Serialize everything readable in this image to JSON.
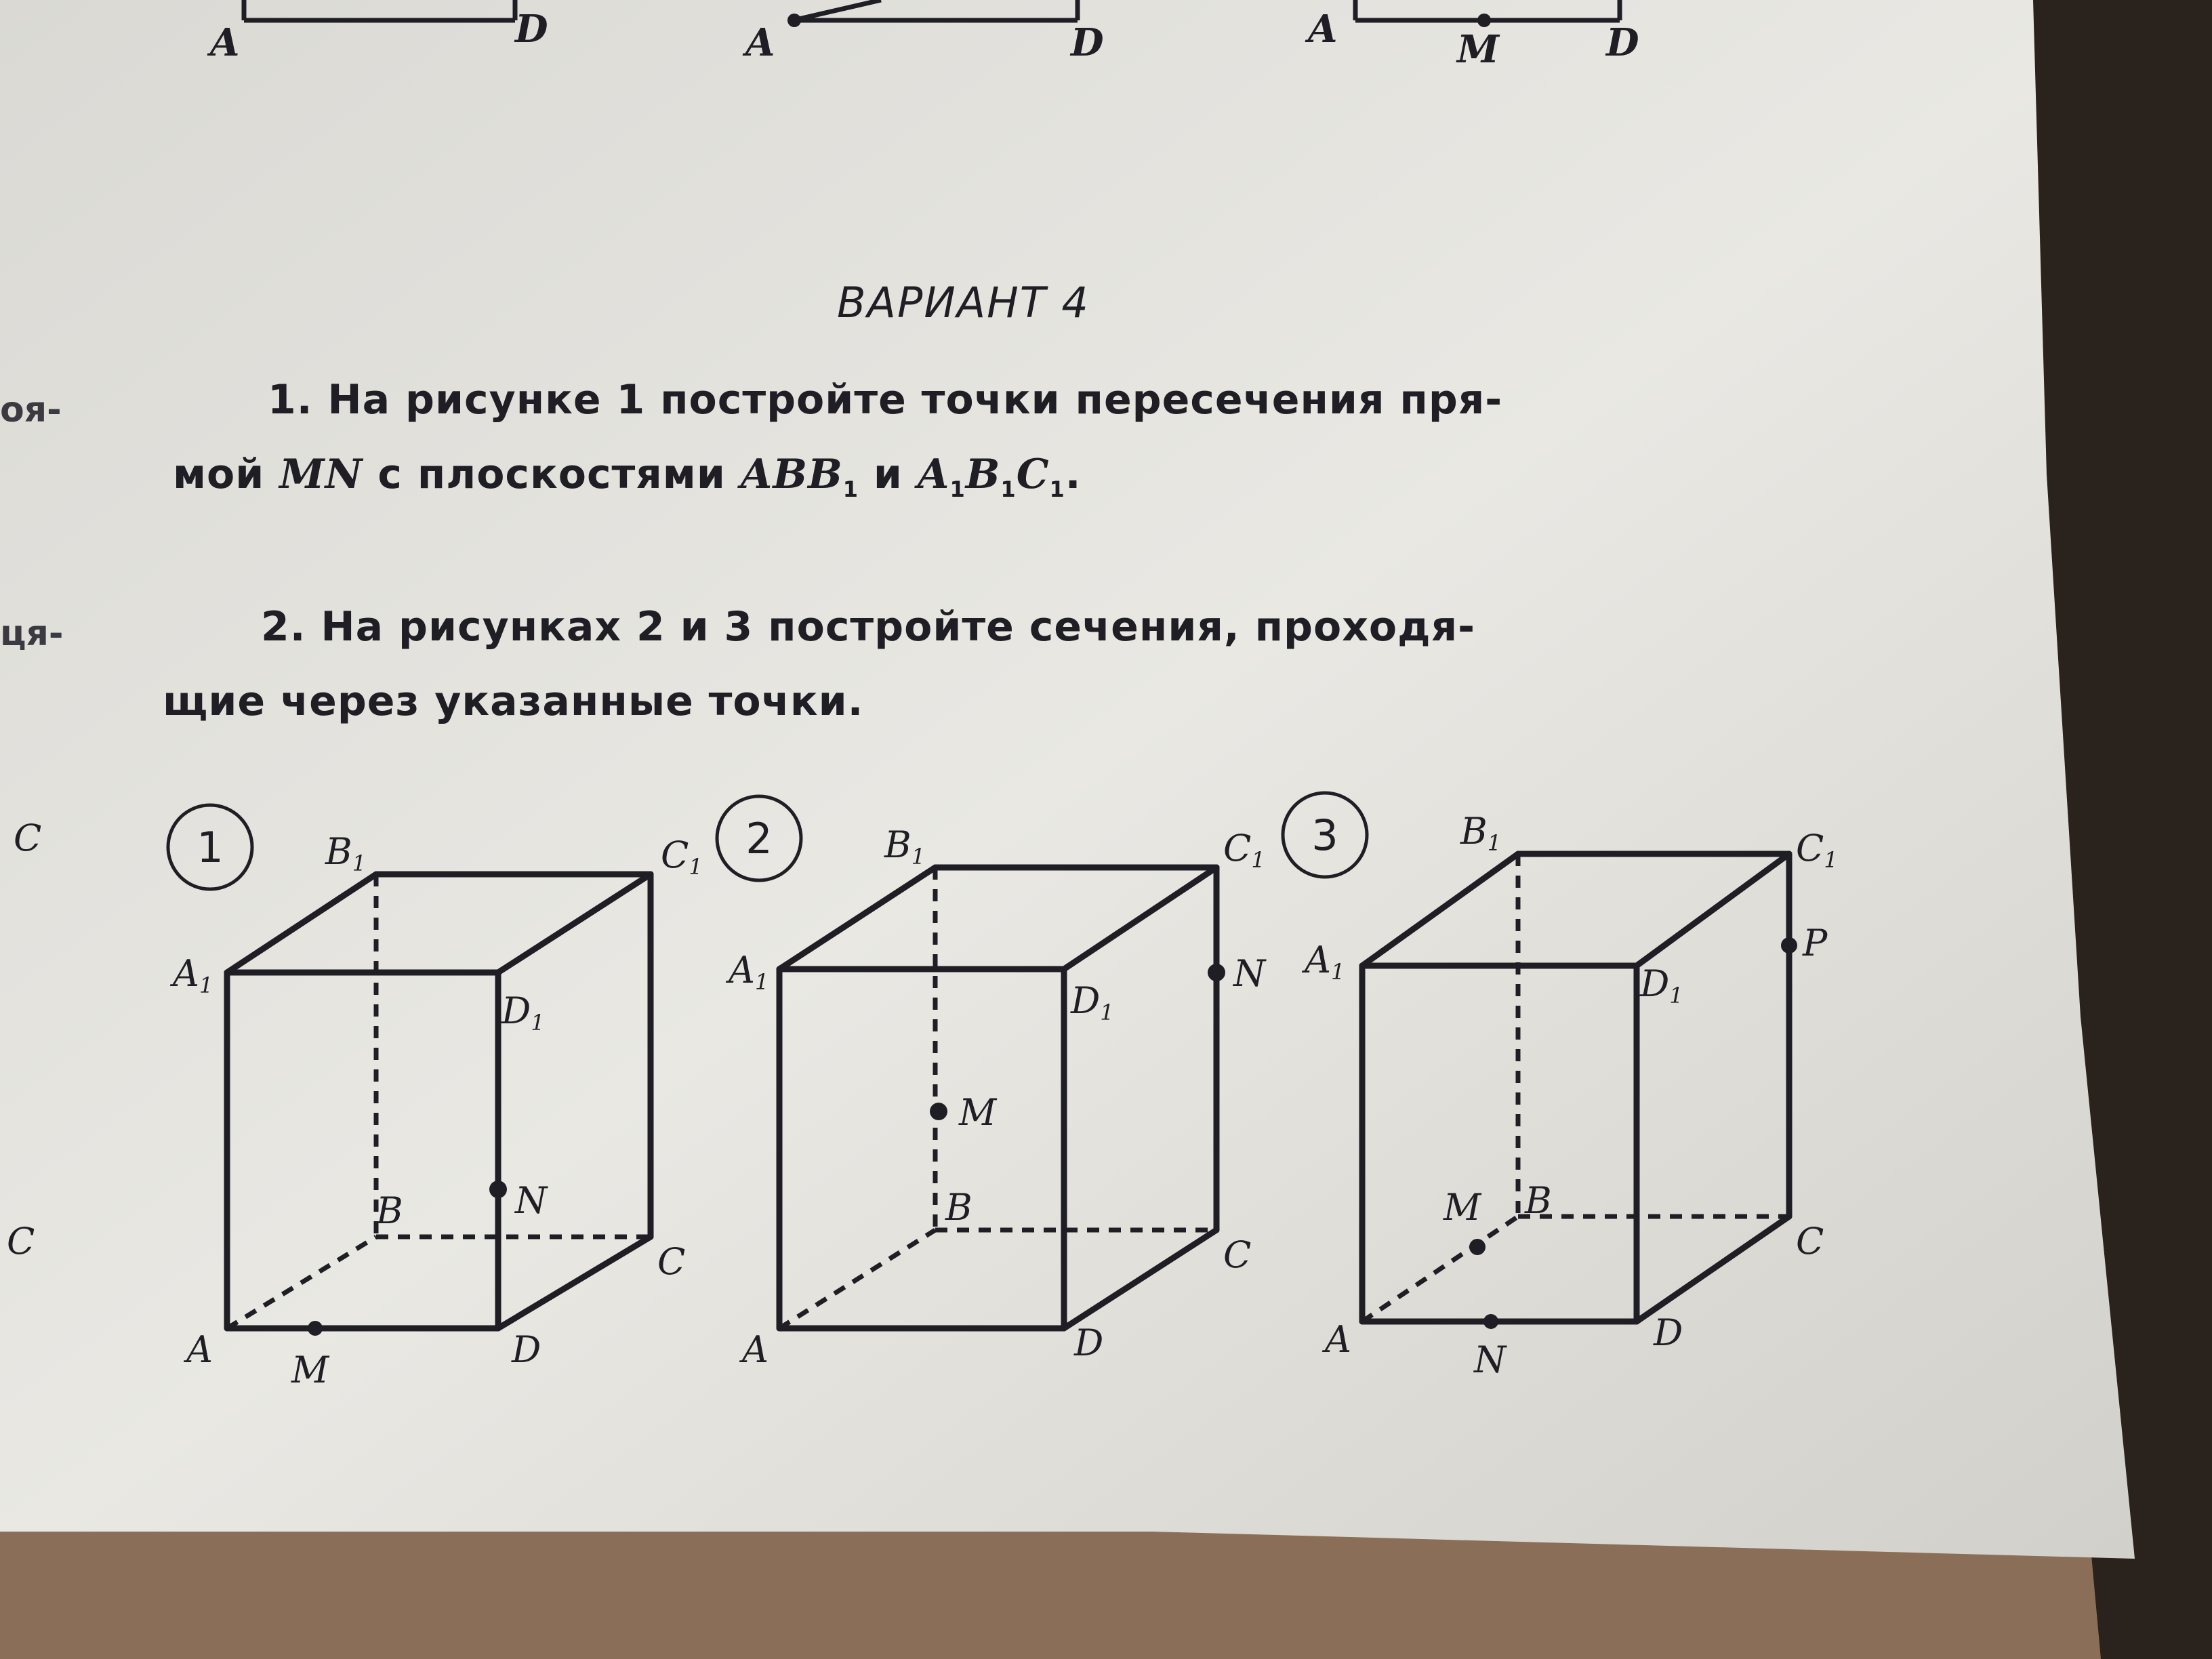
{
  "heading": "ВАРИАНТ 4",
  "tasks": {
    "t1": {
      "line1": "1. На рисунке 1 постройте точки пересечения пря-",
      "line2_prefix": "мой ",
      "line2_mn": "MN",
      "line2_middle": " с плоскостями ",
      "line2_plane1": "ABB",
      "line2_and": " и ",
      "line2_plane2a": "A",
      "line2_plane2b": "B",
      "line2_plane2c": "C",
      "sub": "1",
      "dot": "."
    },
    "t2": {
      "line1": "2. На рисунках 2 и 3 постройте сечения, проходя-",
      "line2": "щие через указанные точки."
    }
  },
  "margin_fragments": {
    "f1": "оя-",
    "f2": "ця-"
  },
  "top_labels": {
    "a1": "A",
    "d1": "D",
    "a2": "A",
    "d2": "D",
    "a3": "A",
    "m3": "M",
    "d3": "D"
  },
  "figures": [
    {
      "number": "1",
      "labels": {
        "A1": "A",
        "B1": "B",
        "C1": "C",
        "D1": "D",
        "A": "A",
        "B": "B",
        "C": "C",
        "D": "D",
        "M": "M",
        "N": "N",
        "sub": "1"
      }
    },
    {
      "number": "2",
      "labels": {
        "A1": "A",
        "B1": "B",
        "C1": "C",
        "D1": "D",
        "A": "A",
        "B": "B",
        "C": "C",
        "D": "D",
        "M": "M",
        "N": "N",
        "sub": "1"
      }
    },
    {
      "number": "3",
      "labels": {
        "A1": "A",
        "B1": "B",
        "C1": "C",
        "D1": "D",
        "A": "A",
        "B": "B",
        "C": "C",
        "D": "D",
        "M": "M",
        "N": "N",
        "P": "P",
        "sub": "1"
      }
    }
  ],
  "left_edge_labels": {
    "c_top": "C",
    "c_bottom": "C"
  },
  "colors": {
    "paper": "#e9e8e3",
    "ink": "#1e1e24",
    "table": "#6e5a4a",
    "table_dark": "#2a221c"
  }
}
